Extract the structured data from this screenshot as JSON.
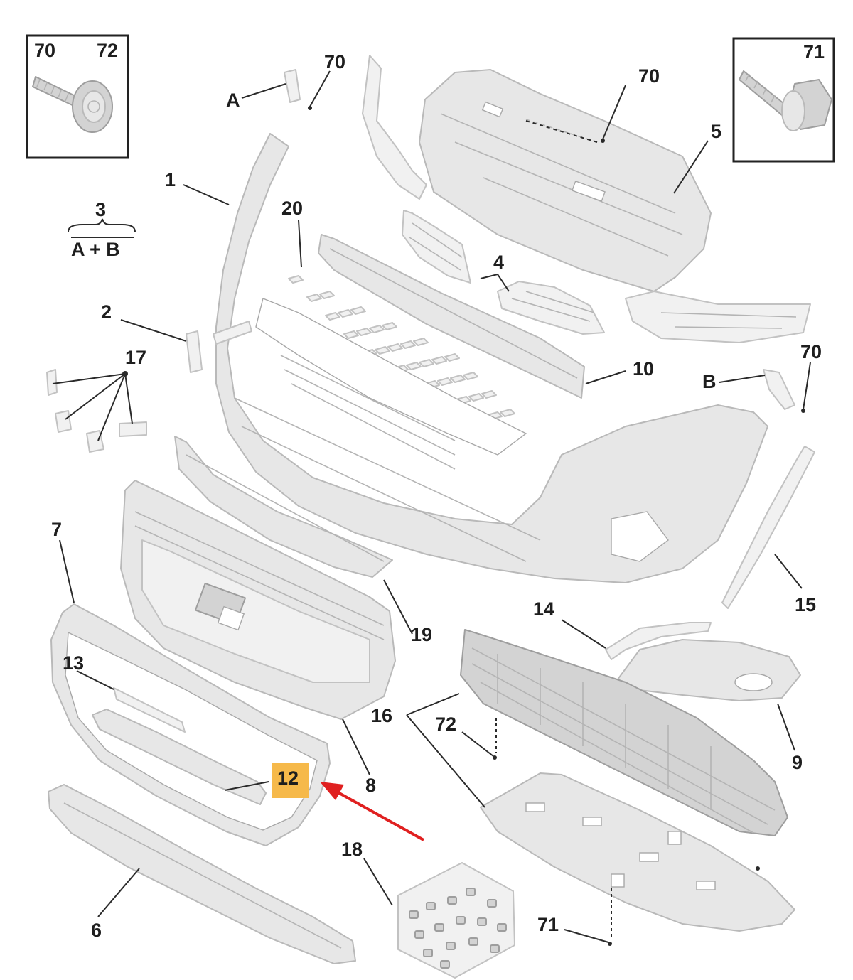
{
  "callouts": [
    {
      "id": "c1",
      "text": "1"
    },
    {
      "id": "c2",
      "text": "2"
    },
    {
      "id": "c3",
      "text": "3"
    },
    {
      "id": "c3ab",
      "text": "A + B"
    },
    {
      "id": "c4",
      "text": "4"
    },
    {
      "id": "c5",
      "text": "5"
    },
    {
      "id": "c6",
      "text": "6"
    },
    {
      "id": "c7",
      "text": "7"
    },
    {
      "id": "c8",
      "text": "8"
    },
    {
      "id": "c9",
      "text": "9"
    },
    {
      "id": "c10",
      "text": "10"
    },
    {
      "id": "c12",
      "text": "12"
    },
    {
      "id": "c13",
      "text": "13"
    },
    {
      "id": "c14",
      "text": "14"
    },
    {
      "id": "c15",
      "text": "15"
    },
    {
      "id": "c16",
      "text": "16"
    },
    {
      "id": "c17",
      "text": "17"
    },
    {
      "id": "c18",
      "text": "18"
    },
    {
      "id": "c19",
      "text": "19"
    },
    {
      "id": "c20",
      "text": "20"
    },
    {
      "id": "c70a",
      "text": "70"
    },
    {
      "id": "c70b",
      "text": "70"
    },
    {
      "id": "c70c",
      "text": "70"
    },
    {
      "id": "cA",
      "text": "A"
    },
    {
      "id": "cB",
      "text": "B"
    },
    {
      "id": "c72a",
      "text": "72"
    },
    {
      "id": "c71a",
      "text": "71"
    }
  ],
  "screw_box_left": {
    "label_left": "70",
    "label_right": "72"
  },
  "screw_box_right": {
    "label": "71"
  },
  "highlight": {
    "part": "12",
    "color": "#f6b94a",
    "arrow_color": "#e02020"
  },
  "colors": {
    "part_fill": "#e7e7e7",
    "part_stroke": "#b9b9b9",
    "text": "#1e1e1e"
  }
}
